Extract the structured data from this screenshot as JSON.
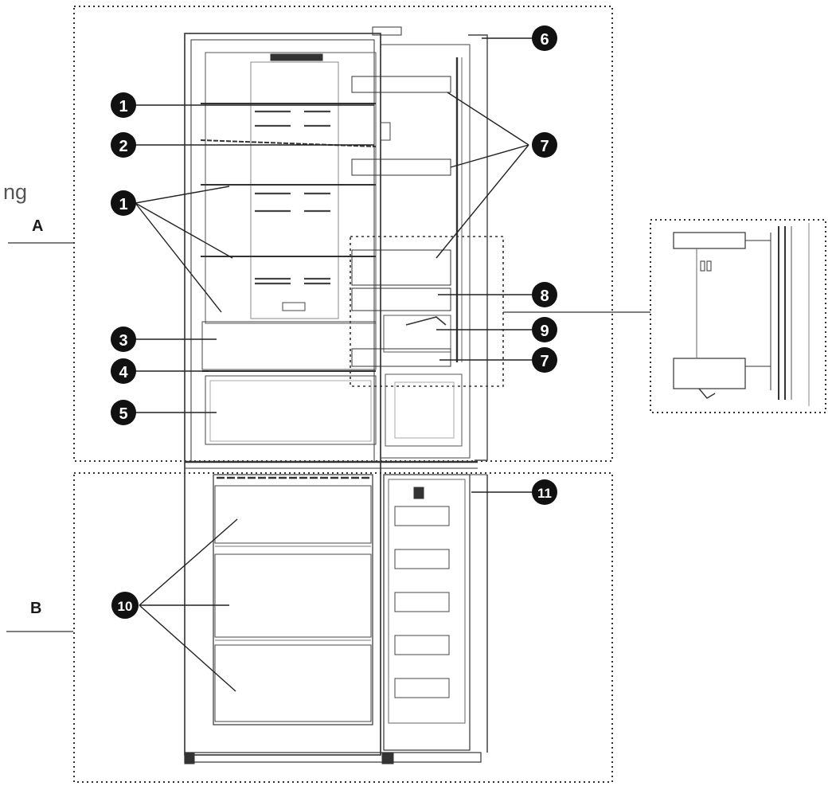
{
  "cropped_text": "ng",
  "sections": [
    {
      "id": "a",
      "label": "A"
    },
    {
      "id": "b",
      "label": "B"
    }
  ],
  "callouts": [
    {
      "id": "c1a",
      "number": "1"
    },
    {
      "id": "c2",
      "number": "2"
    },
    {
      "id": "c1b",
      "number": "1"
    },
    {
      "id": "c3",
      "number": "3"
    },
    {
      "id": "c4",
      "number": "4"
    },
    {
      "id": "c5",
      "number": "5"
    },
    {
      "id": "c6",
      "number": "6"
    },
    {
      "id": "c7a",
      "number": "7"
    },
    {
      "id": "c8",
      "number": "8"
    },
    {
      "id": "c9",
      "number": "9"
    },
    {
      "id": "c7b",
      "number": "7"
    },
    {
      "id": "c10",
      "number": "10"
    },
    {
      "id": "c11",
      "number": "11"
    }
  ],
  "colors": {
    "ink": "#1a1a1a",
    "line": "#333333",
    "light": "#777777",
    "callout_fill": "#111111",
    "callout_text": "#ffffff"
  }
}
